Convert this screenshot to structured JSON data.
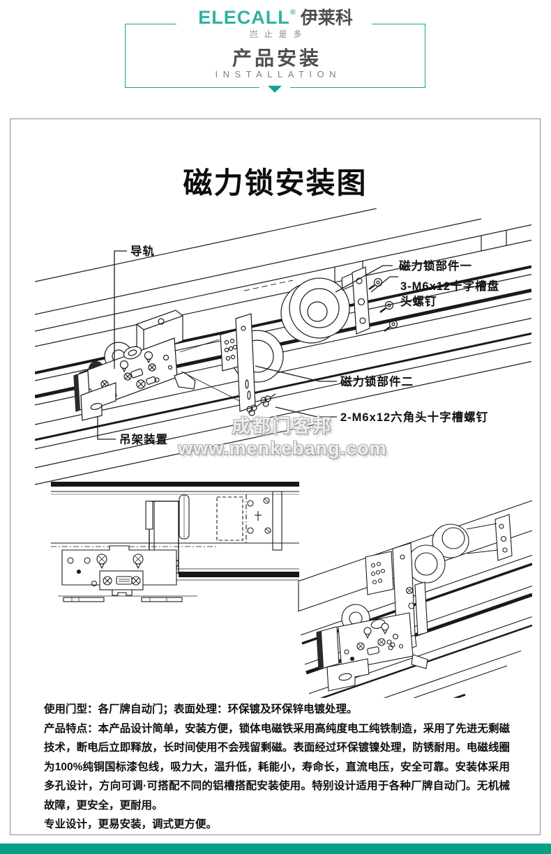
{
  "brand": {
    "name": "ELECALL",
    "registered": "®",
    "name_cn": "伊莱科",
    "tagline": "岂止是多"
  },
  "section": {
    "title": "产品安装",
    "subtitle": "INSTALLATION"
  },
  "diagram": {
    "title": "磁力锁安装图",
    "labels": {
      "rail": "导轨",
      "part1": "磁力锁部件一",
      "screws1_line1": "3-M6x12十字槽盘",
      "screws1_line2": "头螺钉",
      "part2": "磁力锁部件二",
      "screws2": "2-M6x12六角头十字槽螺钉",
      "hanger": "吊架装置"
    },
    "watermark": {
      "line1": "成都门客邦",
      "line2": "www.menkebang.com"
    }
  },
  "description": {
    "usage": "使用门型：各厂牌自动门；表面处理：环保镀及环保锌电镀处理。",
    "features": "产品特点：本产品设计简单，安装方便，锁体电磁铁采用高纯度电工纯铁制造，采用了先进无剩磁技术，断电后立即释放，长时间使用不会残留剩磁。表面经过环保镀镍处理，防锈耐用。电磁线圈为100%纯铜国标漆包线，吸力大，温升低，耗能小，寿命长，直流电压，安全可靠。安装体采用多孔设计，方向可调·可搭配不同的铝槽搭配安装使用。特别设计适用于各种厂牌自动门。无机械故障，更安全，更耐用。",
    "closing": "专业设计，更易安装，调式更方便。"
  },
  "colors": {
    "teal_bar": "#00A185",
    "teal_border": "#14A38C",
    "logo_teal": "#2DB3A0",
    "brand_dark": "#4A4F4E",
    "heading_gray": "#4F4F4F",
    "subtitle_gray": "#7F7F7F",
    "panel_border": "#8C8C8C",
    "line_black": "#1A1A1A",
    "watermark_gray": "#AFAFAF"
  }
}
